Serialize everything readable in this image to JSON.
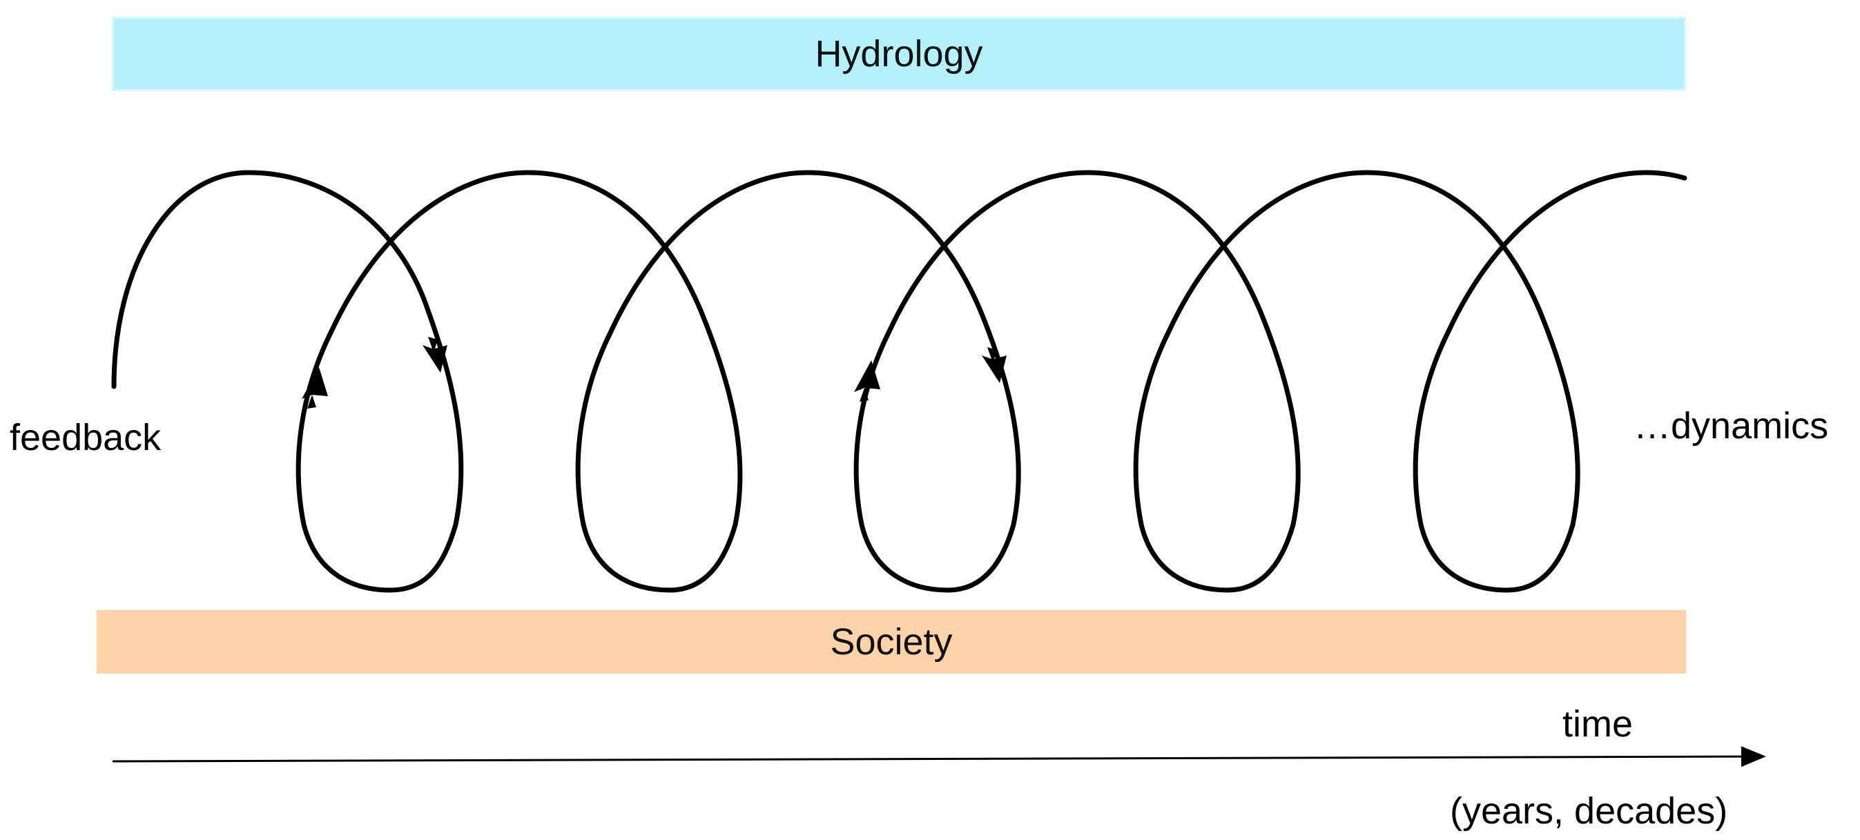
{
  "bands": {
    "top": {
      "label": "Hydrology",
      "color": "#b3f1fb"
    },
    "bottom": {
      "label": "Society",
      "color": "#fdd3a9"
    }
  },
  "labels": {
    "left": "feedback",
    "right": "…dynamics",
    "axis": "time",
    "axis_units": "(years, decades)"
  },
  "colors": {
    "curve": "#000000",
    "axis": "#000000"
  },
  "loops": 5,
  "direction_arrows": [
    {
      "loop": 1,
      "side": "rising"
    },
    {
      "loop": 1,
      "side": "falling"
    },
    {
      "loop": 3,
      "side": "rising"
    },
    {
      "loop": 3,
      "side": "falling"
    }
  ]
}
